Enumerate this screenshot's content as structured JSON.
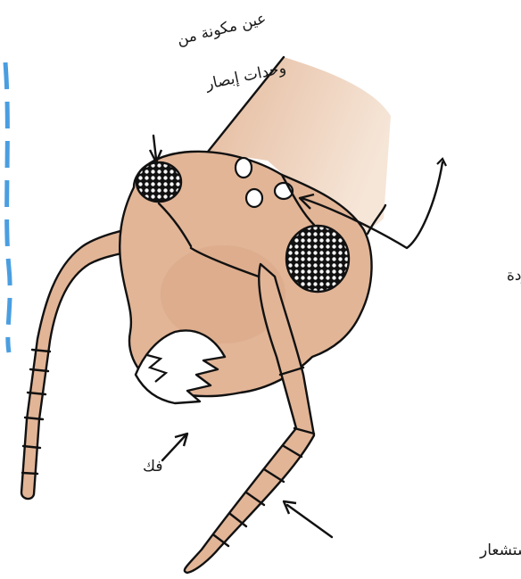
{
  "labels": {
    "compound_eye_line1": "عين مكونة من",
    "compound_eye_line2": "وحدات إبصار",
    "simple_eye": "ين مفردة",
    "mandible": "فك",
    "antenna": "قرن استشعار"
  },
  "colors": {
    "head_fill": "#e2b597",
    "head_fill_light": "#f0d4bf",
    "outline": "#111111",
    "left_edge_accent": "#4a9ee0"
  }
}
